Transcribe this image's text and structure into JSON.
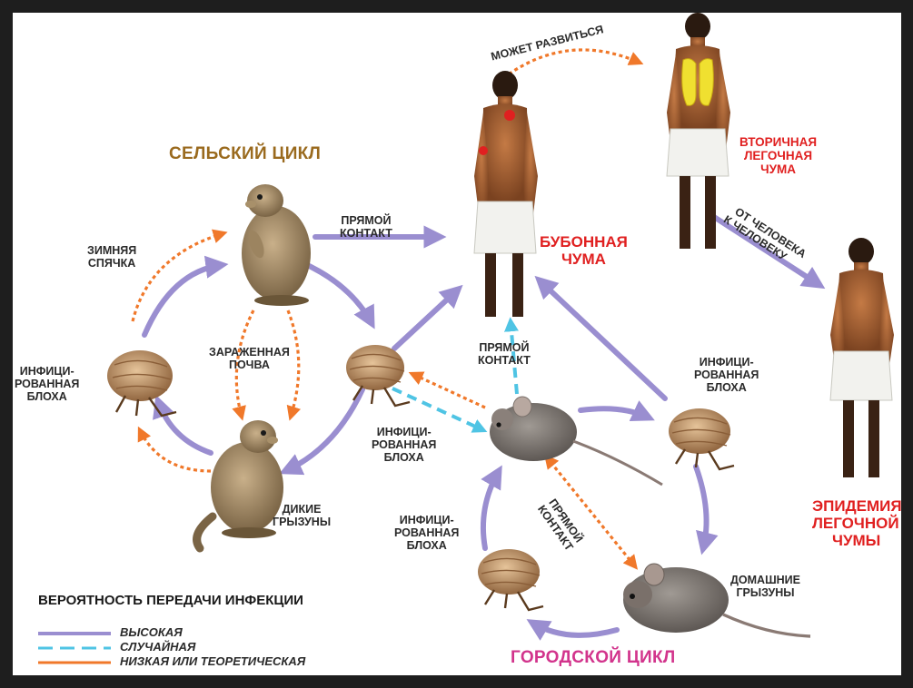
{
  "colors": {
    "high": "#9a8ed0",
    "accidental": "#4fc4e4",
    "low": "#f0782a",
    "rural_title": "#9a6a1e",
    "urban_title": "#d2348c",
    "plague_red": "#e02020"
  },
  "icons": [
    "marmot-icon",
    "flea-icon",
    "mouse-icon",
    "rat-icon",
    "human-figure-icon",
    "lungs-icon"
  ],
  "titles": {
    "rural": "СЕЛЬСКИЙ ЦИКЛ",
    "urban": "ГОРОДСКОЙ ЦИКЛ"
  },
  "labels": {
    "hibernation": [
      "ЗИМНЯЯ",
      "СПЯЧКА"
    ],
    "infected_soil": [
      "ЗАРАЖЕННАЯ",
      "ПОЧВА"
    ],
    "infected_flea_left": [
      "ИНФИЦИ-",
      "РОВАННАЯ",
      "БЛОХА"
    ],
    "infected_flea_mid": [
      "ИНФИЦИ-",
      "РОВАННАЯ",
      "БЛОХА"
    ],
    "infected_flea_right": [
      "ИНФИЦИ-",
      "РОВАННАЯ",
      "БЛОХА"
    ],
    "infected_flea_bottom": [
      "ИНФИЦИ-",
      "РОВАННАЯ",
      "БЛОХА"
    ],
    "wild_rodents": [
      "ДИКИЕ",
      "ГРЫЗУНЫ"
    ],
    "direct_contact_top": [
      "ПРЯМОЙ",
      "КОНТАКТ"
    ],
    "direct_contact_mid": [
      "ПРЯМОЙ",
      "КОНТАКТ"
    ],
    "direct_contact_diag": [
      "ПРЯМОЙ",
      "КОНТАКТ"
    ],
    "may_develop": "МОЖЕТ РАЗВИТЬСЯ",
    "bubonic": [
      "БУБОННАЯ",
      "ЧУМА"
    ],
    "secondary_pneumonic": [
      "ВТОРИЧНАЯ",
      "ЛЕГОЧНАЯ",
      "ЧУМА"
    ],
    "person_to_person": [
      "ОТ ЧЕЛОВЕКА",
      "К ЧЕЛОВЕКУ"
    ],
    "epidemic": [
      "ЭПИДЕМИЯ",
      "ЛЕГОЧНОЙ",
      "ЧУМЫ"
    ],
    "domestic_rodents": [
      "ДОМАШНИЕ",
      "ГРЫЗУНЫ"
    ]
  },
  "legend": {
    "title": "ВЕРОЯТНОСТЬ ПЕРЕДАЧИ ИНФЕКЦИИ",
    "items": [
      {
        "label": "ВЫСОКАЯ",
        "style": "solid",
        "color": "#9a8ed0"
      },
      {
        "label": "СЛУЧАЙНАЯ",
        "style": "dashed",
        "color": "#4fc4e4"
      },
      {
        "label": "НИЗКАЯ ИЛИ ТЕОРЕТИЧЕСКАЯ",
        "style": "solid",
        "color": "#f0782a"
      }
    ]
  }
}
